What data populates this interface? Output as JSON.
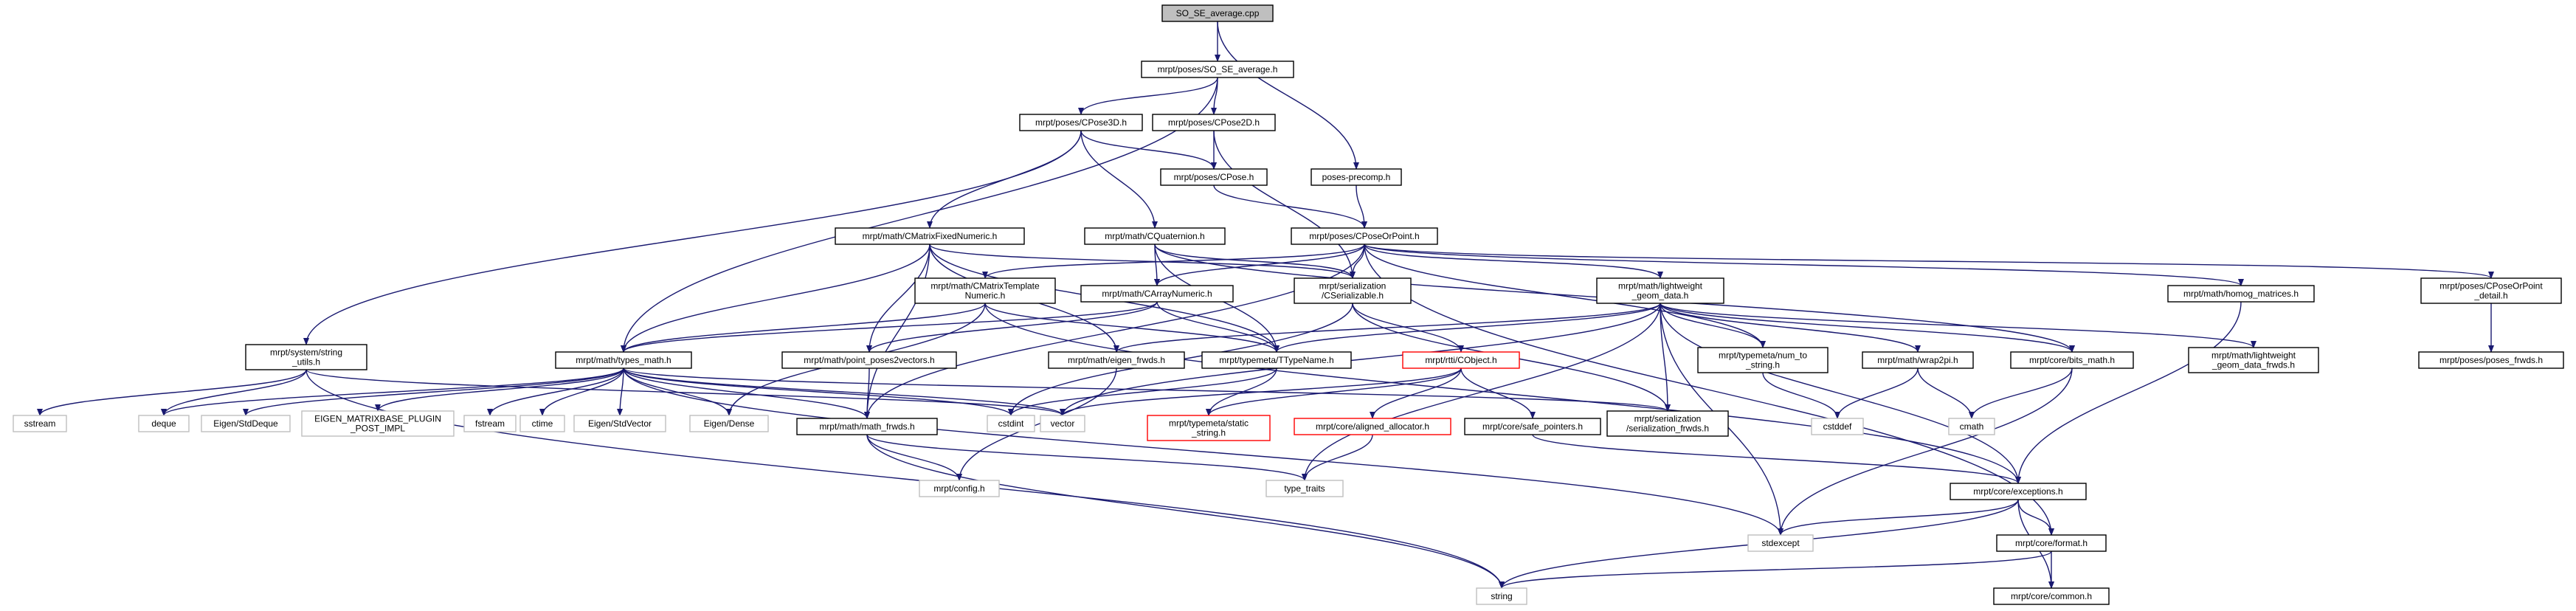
{
  "graph": {
    "colors": {
      "edge": "#191970",
      "node_fill": "#ffffff",
      "node_border": "#000000",
      "root_fill": "#bfbfbf",
      "external_border": "#bfbfbf",
      "truncated_border": "#ff0000",
      "text": "#000000"
    },
    "nodes": [
      {
        "id": "root",
        "lines": [
          "SO_SE_average.cpp"
        ],
        "kind": "root"
      },
      {
        "id": "so_se_h",
        "lines": [
          "mrpt/poses/SO_SE_average.h"
        ],
        "kind": "normal"
      },
      {
        "id": "cpose3d",
        "lines": [
          "mrpt/poses/CPose3D.h"
        ],
        "kind": "normal"
      },
      {
        "id": "cpose2d",
        "lines": [
          "mrpt/poses/CPose2D.h"
        ],
        "kind": "normal"
      },
      {
        "id": "poses_precomp",
        "lines": [
          "poses-precomp.h"
        ],
        "kind": "normal"
      },
      {
        "id": "cpose",
        "lines": [
          "mrpt/poses/CPose.h"
        ],
        "kind": "normal"
      },
      {
        "id": "cposeorpoint",
        "lines": [
          "mrpt/poses/CPoseOrPoint.h"
        ],
        "kind": "normal"
      },
      {
        "id": "cmatrixfixed",
        "lines": [
          "mrpt/math/CMatrixFixedNumeric.h"
        ],
        "kind": "normal"
      },
      {
        "id": "cquaternion",
        "lines": [
          "mrpt/math/CQuaternion.h"
        ],
        "kind": "normal"
      },
      {
        "id": "cmatrixtemplate",
        "lines": [
          "mrpt/math/CMatrixTemplate",
          "Numeric.h"
        ],
        "kind": "normal"
      },
      {
        "id": "carraynumeric",
        "lines": [
          "mrpt/math/CArrayNumeric.h"
        ],
        "kind": "normal"
      },
      {
        "id": "cserializable",
        "lines": [
          "mrpt/serialization",
          "/CSerializable.h"
        ],
        "kind": "normal"
      },
      {
        "id": "lightweight",
        "lines": [
          "mrpt/math/lightweight",
          "_geom_data.h"
        ],
        "kind": "normal"
      },
      {
        "id": "homog",
        "lines": [
          "mrpt/math/homog_matrices.h"
        ],
        "kind": "normal"
      },
      {
        "id": "cposeorpoint_detail",
        "lines": [
          "mrpt/poses/CPoseOrPoint",
          "_detail.h"
        ],
        "kind": "normal"
      },
      {
        "id": "poses_frwds",
        "lines": [
          "mrpt/poses/poses_frwds.h"
        ],
        "kind": "normal"
      },
      {
        "id": "string_utils",
        "lines": [
          "mrpt/system/string",
          "_utils.h"
        ],
        "kind": "normal"
      },
      {
        "id": "types_math",
        "lines": [
          "mrpt/math/types_math.h"
        ],
        "kind": "normal"
      },
      {
        "id": "point_poses2vectors",
        "lines": [
          "mrpt/math/point_poses2vectors.h"
        ],
        "kind": "normal"
      },
      {
        "id": "eigen_frwds",
        "lines": [
          "mrpt/math/eigen_frwds.h"
        ],
        "kind": "normal"
      },
      {
        "id": "ttypename",
        "lines": [
          "mrpt/typemeta/TTypeName.h"
        ],
        "kind": "normal"
      },
      {
        "id": "cobject",
        "lines": [
          "mrpt/rtti/CObject.h"
        ],
        "kind": "truncated"
      },
      {
        "id": "num_to_string",
        "lines": [
          "mrpt/typemeta/num_to",
          "_string.h"
        ],
        "kind": "normal"
      },
      {
        "id": "wrap2pi",
        "lines": [
          "mrpt/math/wrap2pi.h"
        ],
        "kind": "normal"
      },
      {
        "id": "bits_math",
        "lines": [
          "mrpt/core/bits_math.h"
        ],
        "kind": "normal"
      },
      {
        "id": "lw_frwds",
        "lines": [
          "mrpt/math/lightweight",
          "_geom_data_frwds.h"
        ],
        "kind": "normal"
      },
      {
        "id": "sstream",
        "lines": [
          "sstream"
        ],
        "kind": "external"
      },
      {
        "id": "deque",
        "lines": [
          "deque"
        ],
        "kind": "external"
      },
      {
        "id": "eigen_stddeque",
        "lines": [
          "Eigen/StdDeque"
        ],
        "kind": "external"
      },
      {
        "id": "eigen_plugin",
        "lines": [
          "EIGEN_MATRIXBASE_PLUGIN",
          "_POST_IMPL"
        ],
        "kind": "external"
      },
      {
        "id": "fstream",
        "lines": [
          "fstream"
        ],
        "kind": "external"
      },
      {
        "id": "ctime",
        "lines": [
          "ctime"
        ],
        "kind": "external"
      },
      {
        "id": "eigen_stdvector",
        "lines": [
          "Eigen/StdVector"
        ],
        "kind": "external"
      },
      {
        "id": "eigen_dense",
        "lines": [
          "Eigen/Dense"
        ],
        "kind": "external"
      },
      {
        "id": "math_frwds",
        "lines": [
          "mrpt/math/math_frwds.h"
        ],
        "kind": "normal"
      },
      {
        "id": "cstdint",
        "lines": [
          "cstdint"
        ],
        "kind": "external"
      },
      {
        "id": "vector",
        "lines": [
          "vector"
        ],
        "kind": "external"
      },
      {
        "id": "static_string",
        "lines": [
          "mrpt/typemeta/static",
          "_string.h"
        ],
        "kind": "truncated"
      },
      {
        "id": "aligned_allocator",
        "lines": [
          "mrpt/core/aligned_allocator.h"
        ],
        "kind": "truncated"
      },
      {
        "id": "safe_pointers",
        "lines": [
          "mrpt/core/safe_pointers.h"
        ],
        "kind": "normal"
      },
      {
        "id": "serialization_frwds",
        "lines": [
          "mrpt/serialization",
          "/serialization_frwds.h"
        ],
        "kind": "normal"
      },
      {
        "id": "cstddef",
        "lines": [
          "cstddef"
        ],
        "kind": "external"
      },
      {
        "id": "cmath",
        "lines": [
          "cmath"
        ],
        "kind": "external"
      },
      {
        "id": "config",
        "lines": [
          "mrpt/config.h"
        ],
        "kind": "external"
      },
      {
        "id": "type_traits",
        "lines": [
          "type_traits"
        ],
        "kind": "external"
      },
      {
        "id": "exceptions",
        "lines": [
          "mrpt/core/exceptions.h"
        ],
        "kind": "normal"
      },
      {
        "id": "stdexcept",
        "lines": [
          "stdexcept"
        ],
        "kind": "external"
      },
      {
        "id": "format",
        "lines": [
          "mrpt/core/format.h"
        ],
        "kind": "normal"
      },
      {
        "id": "string",
        "lines": [
          "string"
        ],
        "kind": "external"
      },
      {
        "id": "common",
        "lines": [
          "mrpt/core/common.h"
        ],
        "kind": "normal"
      }
    ],
    "edges": [
      [
        "root",
        "so_se_h"
      ],
      [
        "root",
        "poses_precomp"
      ],
      [
        "so_se_h",
        "cpose3d"
      ],
      [
        "so_se_h",
        "cpose2d"
      ],
      [
        "so_se_h",
        "types_math"
      ],
      [
        "cpose3d",
        "cpose"
      ],
      [
        "cpose3d",
        "cmatrixfixed"
      ],
      [
        "cpose3d",
        "cquaternion"
      ],
      [
        "cpose3d",
        "string_utils"
      ],
      [
        "cpose2d",
        "cpose"
      ],
      [
        "cpose2d",
        "cserializable"
      ],
      [
        "poses_precomp",
        "cposeorpoint"
      ],
      [
        "cpose",
        "cposeorpoint"
      ],
      [
        "cposeorpoint",
        "cserializable"
      ],
      [
        "cposeorpoint",
        "lightweight"
      ],
      [
        "cposeorpoint",
        "homog"
      ],
      [
        "cposeorpoint",
        "cposeorpoint_detail"
      ],
      [
        "cposeorpoint",
        "carraynumeric"
      ],
      [
        "cposeorpoint",
        "cmatrixtemplate"
      ],
      [
        "cposeorpoint",
        "math_frwds"
      ],
      [
        "cposeorpoint",
        "num_to_string"
      ],
      [
        "cposeorpoint",
        "format"
      ],
      [
        "cposeorpoint_detail",
        "poses_frwds"
      ],
      [
        "homog",
        "exceptions"
      ],
      [
        "cmatrixfixed",
        "types_math"
      ],
      [
        "cmatrixfixed",
        "point_poses2vectors"
      ],
      [
        "cmatrixfixed",
        "ttypename"
      ],
      [
        "cmatrixfixed",
        "eigen_frwds"
      ],
      [
        "cmatrixfixed",
        "math_frwds"
      ],
      [
        "cmatrixfixed",
        "cserializable"
      ],
      [
        "cquaternion",
        "carraynumeric"
      ],
      [
        "cquaternion",
        "ttypename"
      ],
      [
        "cquaternion",
        "bits_math"
      ],
      [
        "cquaternion",
        "cserializable"
      ],
      [
        "cmatrixtemplate",
        "types_math"
      ],
      [
        "cmatrixtemplate",
        "ttypename"
      ],
      [
        "cmatrixtemplate",
        "eigen_dense"
      ],
      [
        "cmatrixtemplate",
        "exceptions"
      ],
      [
        "carraynumeric",
        "types_math"
      ],
      [
        "carraynumeric",
        "ttypename"
      ],
      [
        "carraynumeric",
        "point_poses2vectors"
      ],
      [
        "cserializable",
        "cobject"
      ],
      [
        "cserializable",
        "serialization_frwds"
      ],
      [
        "cserializable",
        "cstdint"
      ],
      [
        "lightweight",
        "ttypename"
      ],
      [
        "lightweight",
        "num_to_string"
      ],
      [
        "lightweight",
        "wrap2pi"
      ],
      [
        "lightweight",
        "bits_math"
      ],
      [
        "lightweight",
        "lw_frwds"
      ],
      [
        "lightweight",
        "eigen_frwds"
      ],
      [
        "lightweight",
        "serialization_frwds"
      ],
      [
        "lightweight",
        "exceptions"
      ],
      [
        "lightweight",
        "stdexcept"
      ],
      [
        "lightweight",
        "type_traits"
      ],
      [
        "lightweight",
        "vector"
      ],
      [
        "string_utils",
        "sstream"
      ],
      [
        "string_utils",
        "deque"
      ],
      [
        "string_utils",
        "vector"
      ],
      [
        "string_utils",
        "string"
      ],
      [
        "types_math",
        "deque"
      ],
      [
        "types_math",
        "eigen_stddeque"
      ],
      [
        "types_math",
        "eigen_plugin"
      ],
      [
        "types_math",
        "fstream"
      ],
      [
        "types_math",
        "ctime"
      ],
      [
        "types_math",
        "eigen_stdvector"
      ],
      [
        "types_math",
        "eigen_dense"
      ],
      [
        "types_math",
        "math_frwds"
      ],
      [
        "types_math",
        "cstdint"
      ],
      [
        "types_math",
        "vector"
      ],
      [
        "types_math",
        "stdexcept"
      ],
      [
        "types_math",
        "serialization_frwds"
      ],
      [
        "point_poses2vectors",
        "math_frwds"
      ],
      [
        "eigen_frwds",
        "config"
      ],
      [
        "ttypename",
        "static_string"
      ],
      [
        "ttypename",
        "cstdint"
      ],
      [
        "cobject",
        "static_string"
      ],
      [
        "cobject",
        "aligned_allocator"
      ],
      [
        "cobject",
        "safe_pointers"
      ],
      [
        "cobject",
        "vector"
      ],
      [
        "num_to_string",
        "cstddef"
      ],
      [
        "wrap2pi",
        "cstddef"
      ],
      [
        "wrap2pi",
        "cmath"
      ],
      [
        "bits_math",
        "cmath"
      ],
      [
        "bits_math",
        "stdexcept"
      ],
      [
        "math_frwds",
        "config"
      ],
      [
        "math_frwds",
        "type_traits"
      ],
      [
        "math_frwds",
        "string"
      ],
      [
        "aligned_allocator",
        "type_traits"
      ],
      [
        "safe_pointers",
        "exceptions"
      ],
      [
        "exceptions",
        "stdexcept"
      ],
      [
        "exceptions",
        "format"
      ],
      [
        "exceptions",
        "common"
      ],
      [
        "exceptions",
        "string"
      ],
      [
        "format",
        "common"
      ],
      [
        "format",
        "string"
      ]
    ]
  }
}
